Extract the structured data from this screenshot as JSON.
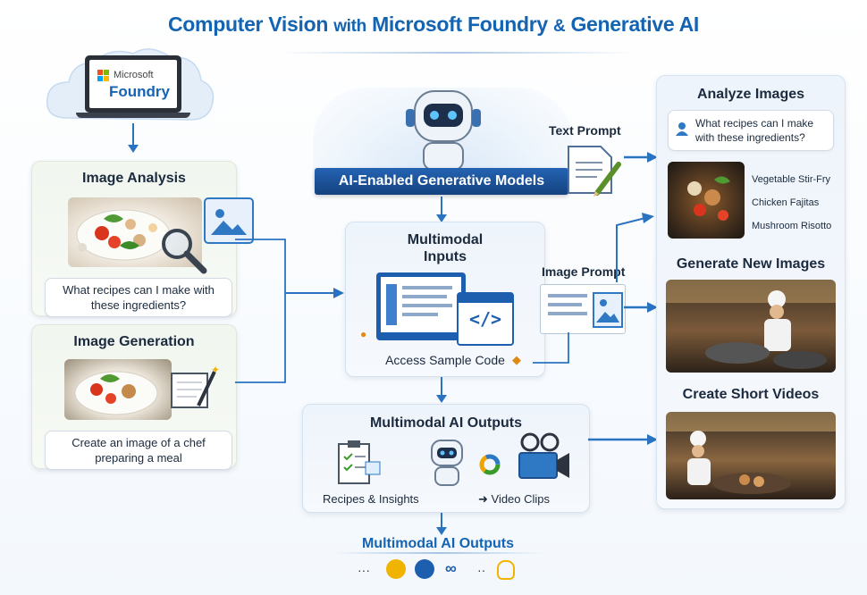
{
  "title": {
    "part1": "Computer Vision ",
    "part2": "with",
    "part3": " Microsoft Foundry ",
    "part4": "&",
    "part5": " Generative AI"
  },
  "logo": {
    "brand": "Microsoft",
    "product": "Foundry"
  },
  "image_analysis": {
    "heading": "Image Analysis",
    "prompt": "What recipes can I make with these ingredients?"
  },
  "image_generation": {
    "heading": "Image Generation",
    "prompt": "Create an image of a chef preparing a meal"
  },
  "models": {
    "label": "AI-Enabled Generative Models"
  },
  "text_prompt": {
    "label": "Text Prompt"
  },
  "image_prompt": {
    "label": "Image Prompt"
  },
  "multimodal_inputs": {
    "heading": "Multimodal Inputs",
    "footer": "Access Sample Code"
  },
  "outputs_box": {
    "heading": "Multimodal AI Outputs",
    "left_label": "Recipes & Insights",
    "right_label": "➜ Video Clips"
  },
  "bottom": {
    "heading": "Multimodal AI Outputs"
  },
  "right_column": {
    "analyze": {
      "heading": "Analyze Images",
      "question": "What recipes can I make with these ingredients?",
      "recipes": [
        "Vegetable Stir-Fry",
        "Chicken Fajitas",
        "Mushroom Risotto"
      ]
    },
    "generate": {
      "heading": "Generate New Images"
    },
    "videos": {
      "heading": "Create Short Videos"
    }
  },
  "colors": {
    "accent": "#1464b4",
    "model_banner": "#1a4f9c",
    "arrow": "#2a73c0"
  }
}
